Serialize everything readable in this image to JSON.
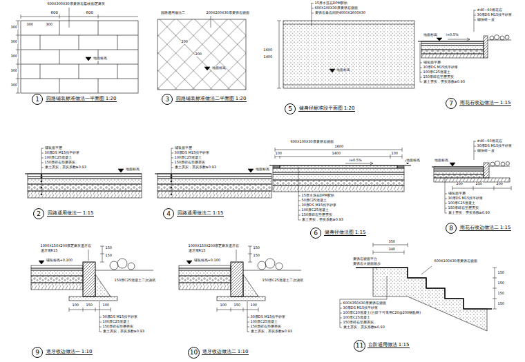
{
  "diagram": {
    "nodes": [
      {
        "text": [
          "1"
        ]
      },
      {
        "text": [
          "3"
        ]
      },
      {
        "text": [
          "5"
        ]
      },
      {
        "text": [
          "7"
        ]
      },
      {
        "text": [
          "2"
        ]
      },
      {
        "text": [
          "4"
        ]
      },
      {
        "text": [
          "6"
        ]
      },
      {
        "text": [
          "8"
        ]
      },
      {
        "text": [
          "9"
        ]
      },
      {
        "text": [
          "10"
        ]
      },
      {
        "text": [
          "11"
        ]
      }
    ],
    "labels": [
      "600X300X30厚黄锈石荔枝面/芝麻灰",
      "600",
      "600",
      "300",
      "300",
      "300",
      "300",
      "300",
      "300",
      "300",
      "地面标高",
      "园路铺装标准做法一平面图 1:20",
      "园路通用做法二",
      "200X200X30厚黄锈石烧面",
      "200",
      "200",
      "地面标高",
      "园路铺装标准做法二平面图 1:20",
      "15厚水洗石DPM胶粘",
      "600X100X30厚黄锈石烧面",
      "黄锈石条石间距4000X1600X30",
      "1600",
      "1400",
      "地面标高",
      "健身径标准段平面图 1:20",
      "#40~60雨花石",
      "30厚DS M15找平砂浆",
      "砌块砖一皮",
      "i=0.5%",
      "地面标高",
      "铺装面平层",
      "30厚DS M15找平砂浆",
      "100厚C25混凝土",
      "150厚碎石垫层夯实",
      "素土夯实，夯实系数≥0.93",
      "雨花石收边做法一 1:15",
      "铺装面平层",
      "30厚DS M15找平砂浆",
      "100厚C25混凝土",
      "150厚碎石垫层夯实",
      "素土夯实，夯实系数≥0.93",
      "地面标高",
      "园路通用做法一 1:15",
      "铺装面平层",
      "30厚DS M15找平砂浆",
      "100厚C25混凝土",
      "150厚碎石垫层夯实",
      "素土夯实，夯实系数≥0.93",
      "地面标高",
      "园路通用做法二 1:15",
      "600X100X30厚黄锈石烧面",
      "1600",
      "100",
      "1400",
      "100",
      "i=0.5%",
      "地面标高",
      "15厚水洗石DPM胶粘",
      "50厚C25混凝土",
      "30厚DS M15找平砂浆",
      "100厚C25混凝土",
      "150厚碎石垫层夯实",
      "素土夯实，夯实系数≥0.93",
      "健身径做法图 1:15",
      "#40~60雨花石",
      "30厚DS M15找平砂浆",
      "砌块砖一皮",
      "地面标高",
      "铺装面平层",
      "30厚DS M15找平砂浆",
      "100厚C25混凝土",
      "150厚碎石垫层夯实",
      "素土夯实，夯实系数≥0.93",
      "200",
      "250",
      "200",
      "雨花石收边做法二 1:15",
      "1000X150X200厚芝麻灰道牙石",
      "道牙尾R15",
      "铺装标高+0.100",
      "150",
      "150",
      "150厚C25混凝土二次浇筑",
      "100",
      "150",
      "100",
      "30厚DS M15找平砂浆",
      "100厚C25混凝土",
      "150厚碎石垫层夯实",
      "素土夯实，夯实系数≥0.93",
      "道牙收边做法一 1:10",
      "1000X150X200厚芝麻灰道牙石",
      "道牙尾R15",
      "铺装标高+0.100",
      "150",
      "150",
      "150厚C25混凝土二次浇筑",
      "100",
      "150",
      "100",
      "30厚DS M15找平砂浆",
      "100厚C25混凝土",
      "150厚碎石垫层夯实",
      "素土夯实，夯实系数≥0.93",
      "道牙收边做法二 1:10",
      "黄锈石烧面平台",
      "黄锈石火烧面踏步",
      "350",
      "340",
      "600X100X30厚黄锈石烧面",
      "150",
      "150",
      "150",
      "150",
      "600X350X30厚黄锈石烧面",
      "30厚DS M15找平砂浆",
      "100厚C20混凝土(台阶下可采用C20@200钢筋网)",
      "100厚C25混凝土",
      "150厚碎石垫层夯实",
      "素土夯实，夯实系数≥0.93",
      "台阶通用做法 1:15"
    ]
  }
}
